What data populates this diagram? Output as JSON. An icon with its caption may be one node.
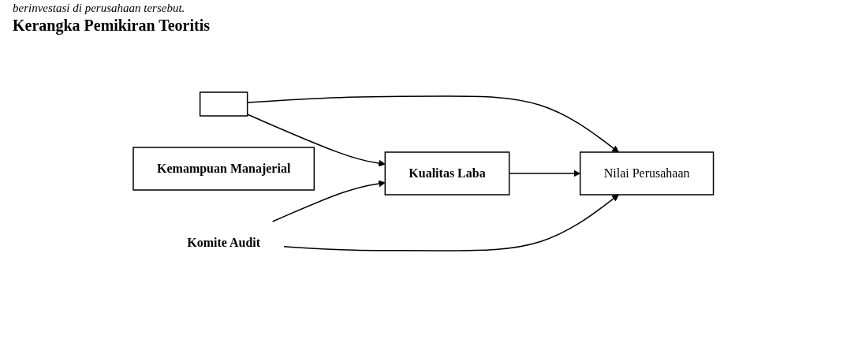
{
  "diagram": {
    "title": "Kerangka Pemikiran Teoritis",
    "nodes": [
      {
        "text": [],
        "shape": "box"
      },
      {
        "text": [
          "Kemampuan Manajerial"
        ]
      },
      {
        "text": [
          "Komite Audit"
        ]
      },
      {
        "text": [
          "Kualitas Laba"
        ]
      },
      {
        "text": [
          "Nilai Perusahaan"
        ]
      }
    ],
    "edges": [
      {
        "from": 0,
        "to": 4,
        "arrow": "to"
      },
      {
        "from": 0,
        "to": 3,
        "arrow": "to"
      },
      {
        "from": 2,
        "to": 3,
        "arrow": "to"
      },
      {
        "from": 2,
        "to": 4,
        "arrow": "to"
      },
      {
        "from": 3,
        "to": 4,
        "arrow": "to"
      }
    ],
    "labels": [
      "berinvestasi di perusahaan tersebut."
    ]
  }
}
